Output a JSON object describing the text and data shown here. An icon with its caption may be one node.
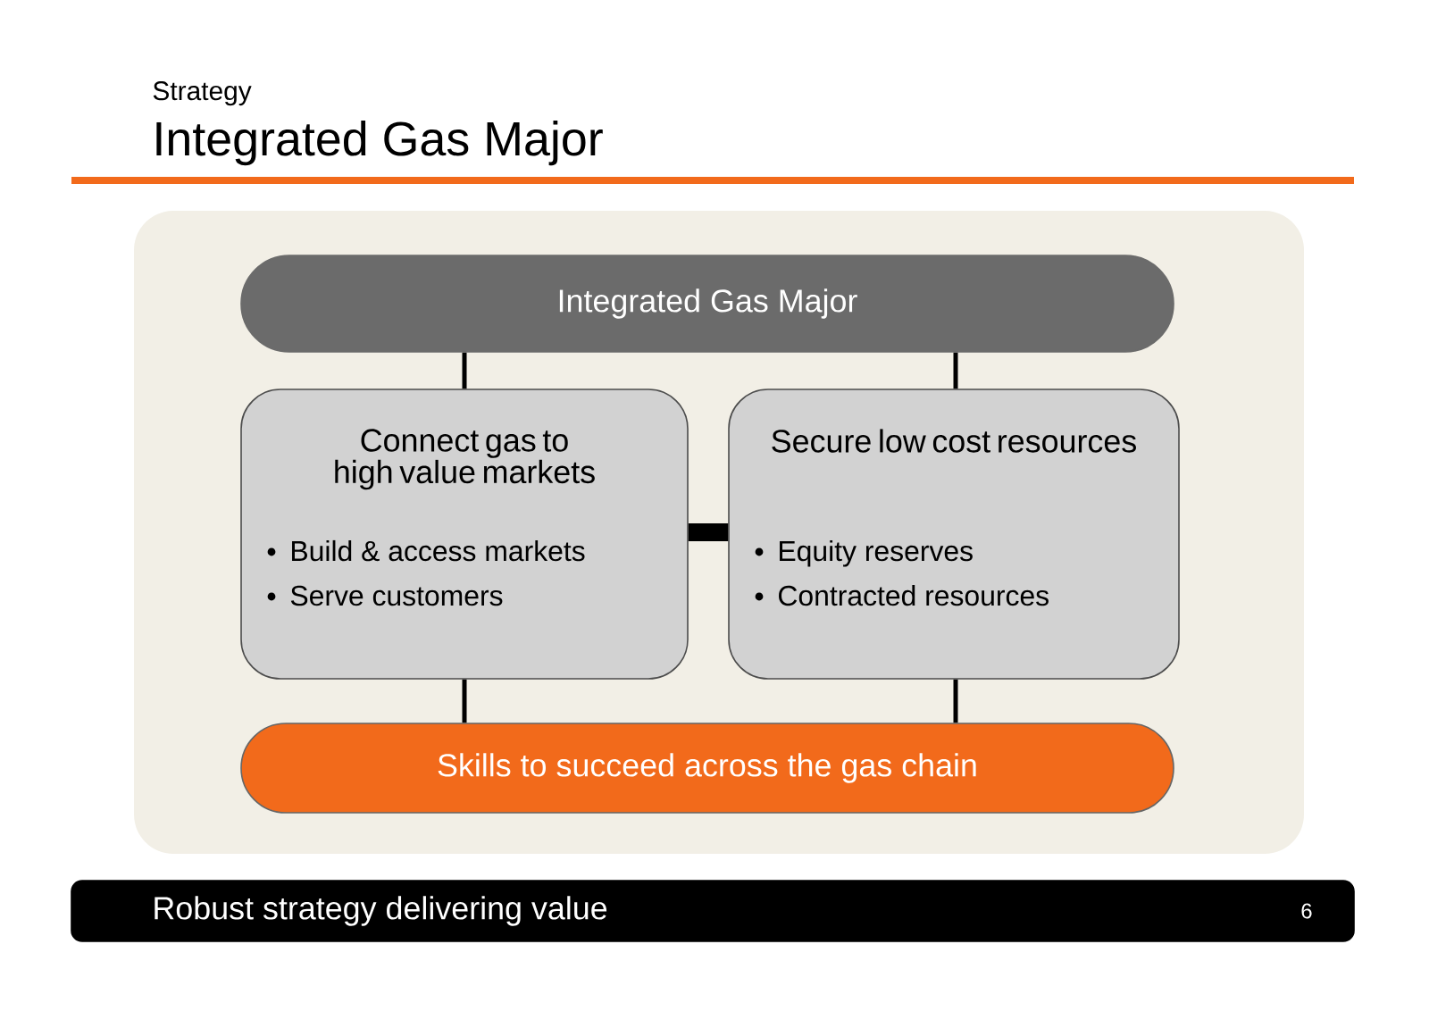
{
  "diagram": {
    "title": "Integrated Gas Major",
    "nodes": [
      {
        "text": [
          "Integrated Gas Major"
        ]
      },
      {
        "text": [
          "Connect gas to high value markets",
          "Build & access markets",
          "Serve customers"
        ]
      },
      {
        "text": [
          "Secure low cost resources",
          "Equity reserves",
          "Contracted resources"
        ]
      },
      {
        "text": [
          "Skills to succeed across the gas chain"
        ]
      },
      {
        "text": [
          "Robust strategy delivering value",
          "6"
        ]
      }
    ],
    "edges": [
      {
        "from": 0,
        "to": 1,
        "arrow": "none"
      },
      {
        "from": 0,
        "to": 2,
        "arrow": "none"
      },
      {
        "from": 1,
        "to": 2,
        "arrow": "none",
        "style": "thick"
      },
      {
        "from": 1,
        "to": 3,
        "arrow": "none"
      },
      {
        "from": 2,
        "to": 3,
        "arrow": "none"
      }
    ],
    "labels": [
      "Strategy"
    ]
  }
}
